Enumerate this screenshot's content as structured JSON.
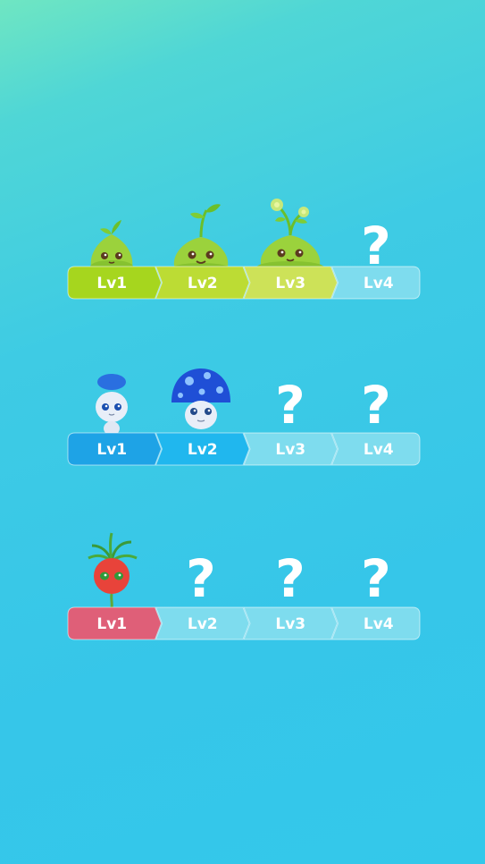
{
  "rows": [
    {
      "id": "sprout",
      "levels": [
        {
          "label": "Lv1",
          "unlocked": true,
          "color": "#a6d61e"
        },
        {
          "label": "Lv2",
          "unlocked": true,
          "color": "#bcdc34"
        },
        {
          "label": "Lv3",
          "unlocked": true,
          "color": "#cde258"
        },
        {
          "label": "Lv4",
          "unlocked": false,
          "color": "#7edcee"
        }
      ]
    },
    {
      "id": "mushroom",
      "levels": [
        {
          "label": "Lv1",
          "unlocked": true,
          "color": "#1ea3e6"
        },
        {
          "label": "Lv2",
          "unlocked": true,
          "color": "#20b7ee"
        },
        {
          "label": "Lv3",
          "unlocked": false,
          "color": "#7edcee"
        },
        {
          "label": "Lv4",
          "unlocked": false,
          "color": "#7edcee"
        }
      ]
    },
    {
      "id": "radish",
      "levels": [
        {
          "label": "Lv1",
          "unlocked": true,
          "color": "#df5f78"
        },
        {
          "label": "Lv2",
          "unlocked": false,
          "color": "#7edcee"
        },
        {
          "label": "Lv3",
          "unlocked": false,
          "color": "#7edcee"
        },
        {
          "label": "Lv4",
          "unlocked": false,
          "color": "#7edcee"
        }
      ]
    }
  ],
  "locked_symbol": "?"
}
